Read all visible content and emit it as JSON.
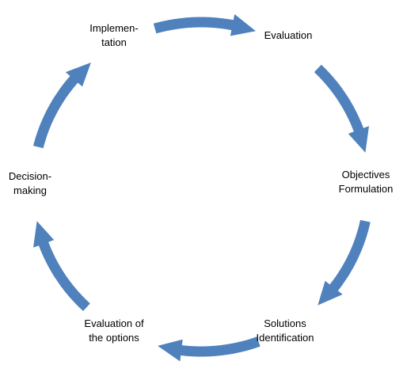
{
  "diagram": {
    "type": "cycle",
    "arrow_color": "#4f81bd",
    "nodes": [
      {
        "id": "implementation",
        "lines": [
          "Implemen-",
          "tation"
        ]
      },
      {
        "id": "evaluation",
        "lines": [
          "Evaluation"
        ]
      },
      {
        "id": "objectives",
        "lines": [
          "Objectives",
          "Formulation"
        ]
      },
      {
        "id": "solutions",
        "lines": [
          "Solutions",
          "Identification"
        ]
      },
      {
        "id": "options",
        "lines": [
          "Evaluation of",
          "the options"
        ]
      },
      {
        "id": "decision",
        "lines": [
          "Decision-",
          "making"
        ]
      }
    ],
    "edges": [
      {
        "from": "implementation",
        "to": "evaluation"
      },
      {
        "from": "evaluation",
        "to": "objectives"
      },
      {
        "from": "objectives",
        "to": "solutions"
      },
      {
        "from": "solutions",
        "to": "options"
      },
      {
        "from": "options",
        "to": "decision"
      },
      {
        "from": "decision",
        "to": "implementation"
      }
    ]
  }
}
